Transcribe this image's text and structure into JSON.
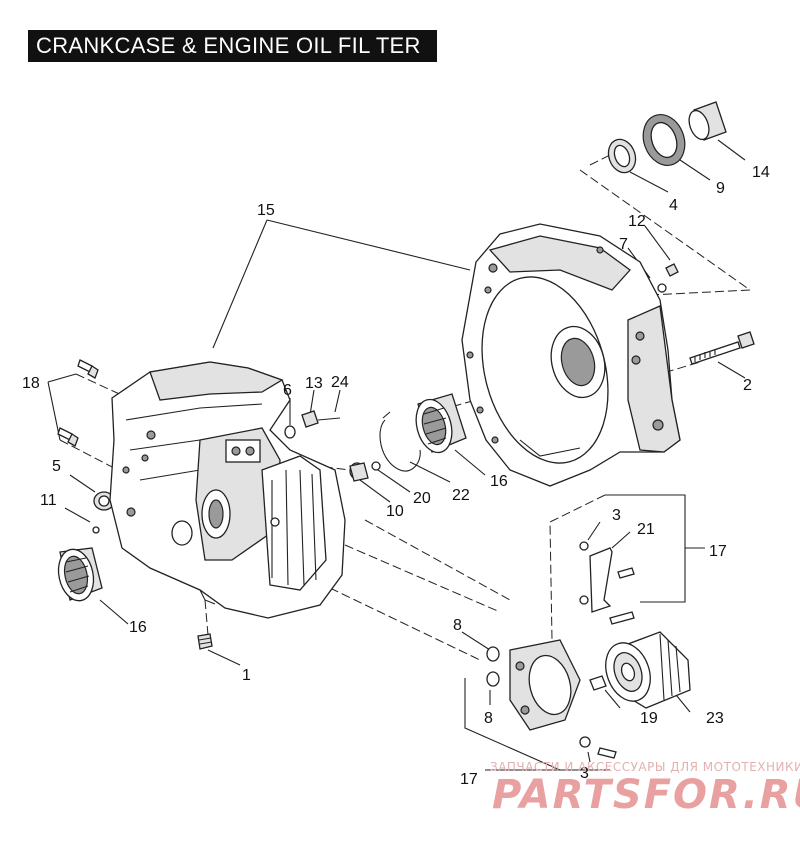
{
  "title": "CRANKCASE & ENGINE OIL FIL TER",
  "callouts": [
    "1",
    "2",
    "3",
    "3",
    "4",
    "5",
    "6",
    "7",
    "8",
    "8",
    "9",
    "10",
    "11",
    "12",
    "13",
    "14",
    "15",
    "16",
    "16",
    "17",
    "17",
    "18",
    "19",
    "20",
    "21",
    "22",
    "23",
    "24"
  ],
  "watermark": {
    "tagline": "ЗАПЧАСТИ И АКСЕССУАРЫ ДЛЯ МОТОТЕХНИКИ",
    "brand": "PARTSFOR.RU"
  },
  "colors": {
    "title_background": "#111111",
    "title_text": "#ffffff",
    "line_art": "#222222",
    "watermark": "#e9a0a0"
  }
}
